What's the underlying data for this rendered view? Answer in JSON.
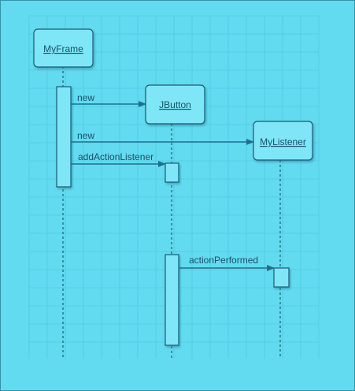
{
  "diagram": {
    "objects": [
      {
        "id": "myframe",
        "label": "MyFrame"
      },
      {
        "id": "jbutton",
        "label": "JButton"
      },
      {
        "id": "mylistener",
        "label": "MyListener"
      }
    ],
    "messages": [
      {
        "id": "msg-new-jbutton",
        "label": "new",
        "from": "myframe",
        "to": "jbutton"
      },
      {
        "id": "msg-new-mylistener",
        "label": "new",
        "from": "myframe",
        "to": "mylistener"
      },
      {
        "id": "msg-add-action-listener",
        "label": "addActionListener",
        "from": "myframe",
        "to": "jbutton"
      },
      {
        "id": "msg-action-performed",
        "label": "actionPerformed",
        "from": "jbutton",
        "to": "mylistener"
      }
    ],
    "colors": {
      "background": "#62dbf0",
      "box_fill": "#7fe6f7",
      "stroke": "#1f5a73",
      "arrow": "#1f6f8c",
      "grid": "#4cc3dc"
    }
  }
}
